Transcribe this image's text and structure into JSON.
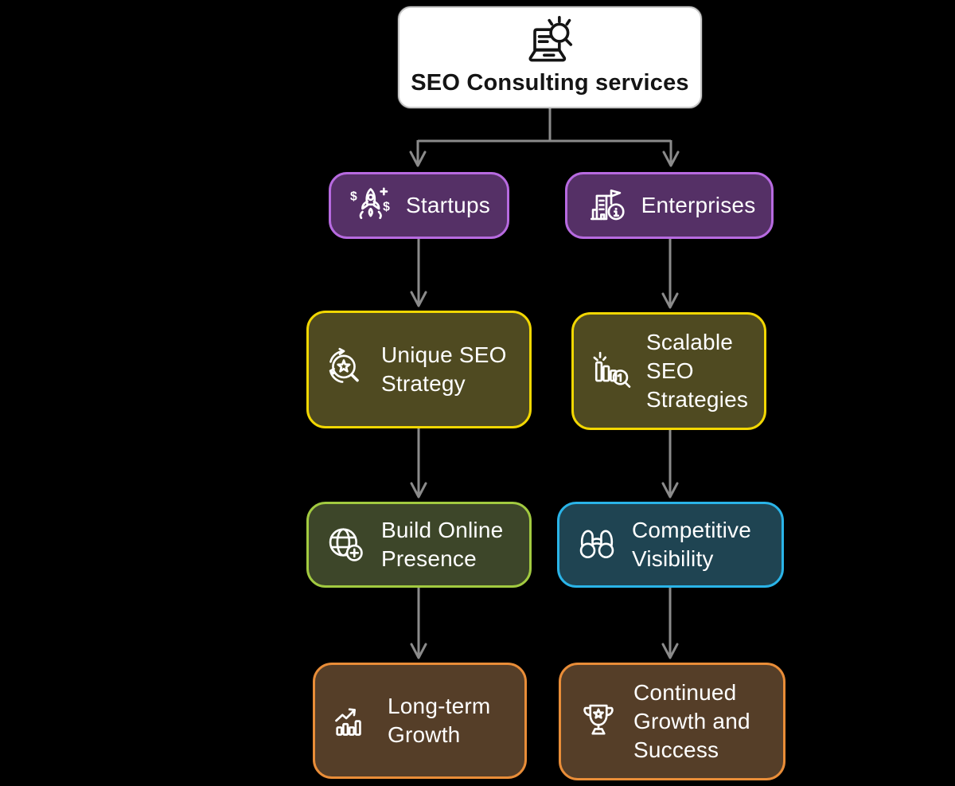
{
  "diagram": {
    "background": "#000000",
    "connector_color": "#8b8b8b",
    "root": {
      "id": "seo-consulting-services",
      "label": "SEO Consulting services",
      "icon": "laptop-search-icon",
      "fill": "#ffffff",
      "border": "#c9c9c9",
      "text_color": "#141414"
    },
    "columns": [
      {
        "name": "startups-path",
        "nodes": [
          {
            "id": "startups",
            "label": "Startups",
            "icon": "rocket-dollar-icon",
            "fill": "#553066",
            "border": "#b76ae0",
            "text_color": "#ffffff"
          },
          {
            "id": "unique-seo-strategy",
            "label": "Unique SEO Strategy",
            "icon": "search-star-refresh-icon",
            "fill": "#4f4a21",
            "border": "#f2d702",
            "text_color": "#ffffff"
          },
          {
            "id": "build-online-presence",
            "label": "Build Online Presence",
            "icon": "globe-plus-icon",
            "fill": "#3d4629",
            "border": "#a2ca40",
            "text_color": "#ffffff"
          },
          {
            "id": "long-term-growth",
            "label": "Long-term Growth",
            "icon": "growth-chart-icon",
            "fill": "#553e28",
            "border": "#e98d38",
            "text_color": "#ffffff"
          }
        ]
      },
      {
        "name": "enterprises-path",
        "nodes": [
          {
            "id": "enterprises",
            "label": "Enterprises",
            "icon": "building-info-icon",
            "fill": "#553066",
            "border": "#b76ae0",
            "text_color": "#ffffff"
          },
          {
            "id": "scalable-seo-strategies",
            "label": "Scalable SEO Strategies",
            "icon": "bar-chart-search-icon",
            "fill": "#4f4a21",
            "border": "#f2d702",
            "text_color": "#ffffff"
          },
          {
            "id": "competitive-visibility",
            "label": "Competitive Visibility",
            "icon": "binoculars-icon",
            "fill": "#1f4452",
            "border": "#2ab4e8",
            "text_color": "#ffffff"
          },
          {
            "id": "continued-growth-and-success",
            "label": "Continued Growth and Success",
            "icon": "trophy-star-icon",
            "fill": "#553e28",
            "border": "#e98d38",
            "text_color": "#ffffff"
          }
        ]
      }
    ],
    "edges": [
      {
        "from": "seo-consulting-services",
        "to": "startups"
      },
      {
        "from": "seo-consulting-services",
        "to": "enterprises"
      },
      {
        "from": "startups",
        "to": "unique-seo-strategy"
      },
      {
        "from": "enterprises",
        "to": "scalable-seo-strategies"
      },
      {
        "from": "unique-seo-strategy",
        "to": "build-online-presence"
      },
      {
        "from": "scalable-seo-strategies",
        "to": "competitive-visibility"
      },
      {
        "from": "build-online-presence",
        "to": "long-term-growth"
      },
      {
        "from": "competitive-visibility",
        "to": "continued-growth-and-success"
      }
    ]
  }
}
